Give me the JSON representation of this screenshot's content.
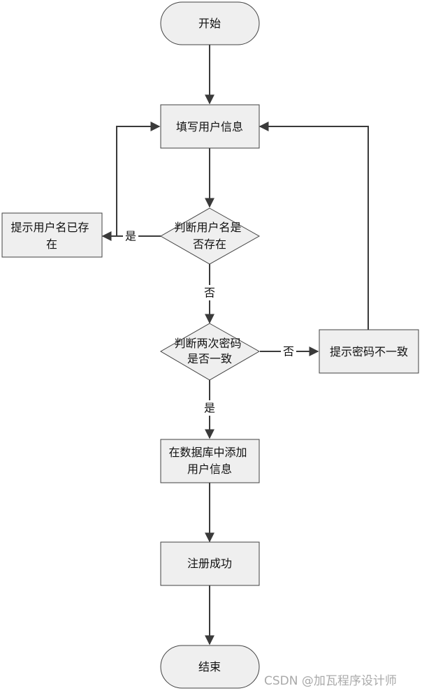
{
  "nodes": {
    "start": {
      "lines": [
        "开始"
      ]
    },
    "fill_info": {
      "lines": [
        "填写用户信息"
      ]
    },
    "check_name": {
      "lines": [
        "判断用户名是",
        "否存在"
      ]
    },
    "name_exists": {
      "lines": [
        "提示用户名已存",
        "在"
      ]
    },
    "check_pwd": {
      "lines": [
        "判断两次密码",
        "是否一致"
      ]
    },
    "pwd_mismatch": {
      "lines": [
        "提示密码不一致"
      ]
    },
    "add_db": {
      "lines": [
        "在数据库中添加",
        "用户信息"
      ]
    },
    "success": {
      "lines": [
        "注册成功"
      ]
    },
    "end": {
      "lines": [
        "结束"
      ]
    }
  },
  "edges": {
    "name_yes": "是",
    "name_no": "否",
    "pwd_no": "否",
    "pwd_yes": "是"
  },
  "watermark": "CSDN @加瓦程序设计师",
  "colors": {
    "shape_fill": "#efefef",
    "shape_stroke": "#404040",
    "line": "#3a3a3a",
    "watermark": "#a9a9a9"
  }
}
